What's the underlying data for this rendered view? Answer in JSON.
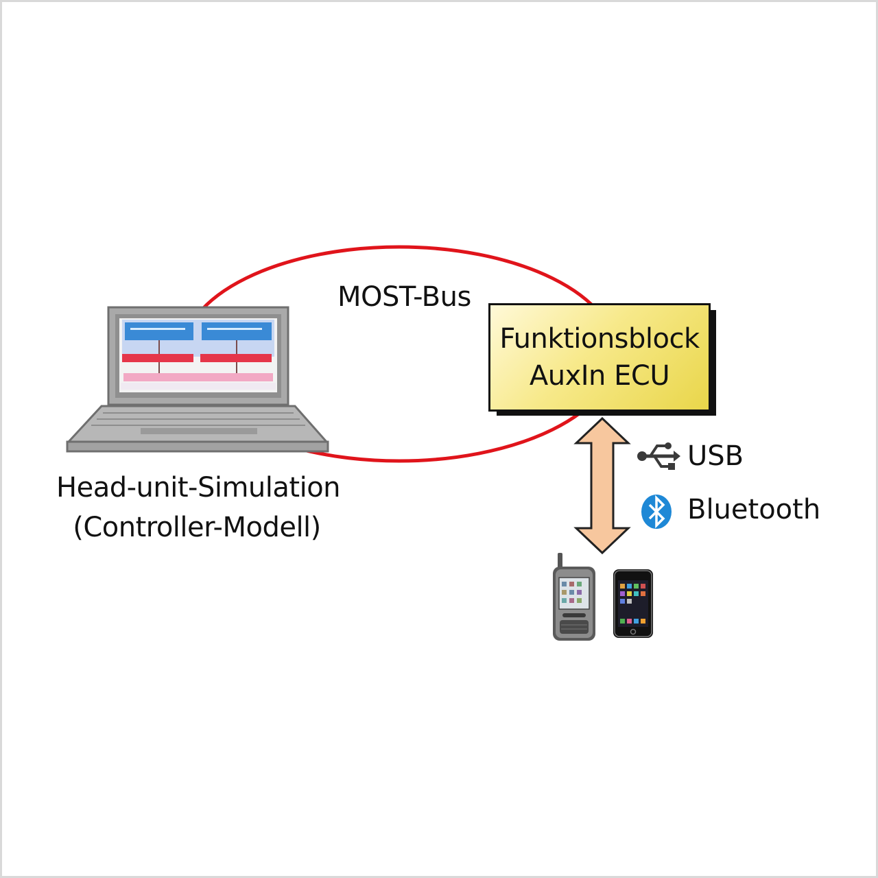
{
  "diagram": {
    "bus": {
      "label": "MOST-Bus"
    },
    "head_unit": {
      "line1": "Head-unit-Simulation",
      "line2": "(Controller-Modell)"
    },
    "ecu": {
      "line1": "Funktionsblock",
      "line2": "AuxIn ECU"
    },
    "connections": {
      "usb_label": "USB",
      "bluetooth_label": "Bluetooth"
    }
  },
  "colors": {
    "bus_ring": "#e0141b",
    "ecu_fill": "#f7e98a",
    "arrow_fill": "#f7c79e",
    "bluetooth": "#1e88d6"
  },
  "icons": [
    "laptop-icon",
    "usb-icon",
    "bluetooth-icon",
    "pda-phone-icon",
    "smartphone-icon"
  ]
}
